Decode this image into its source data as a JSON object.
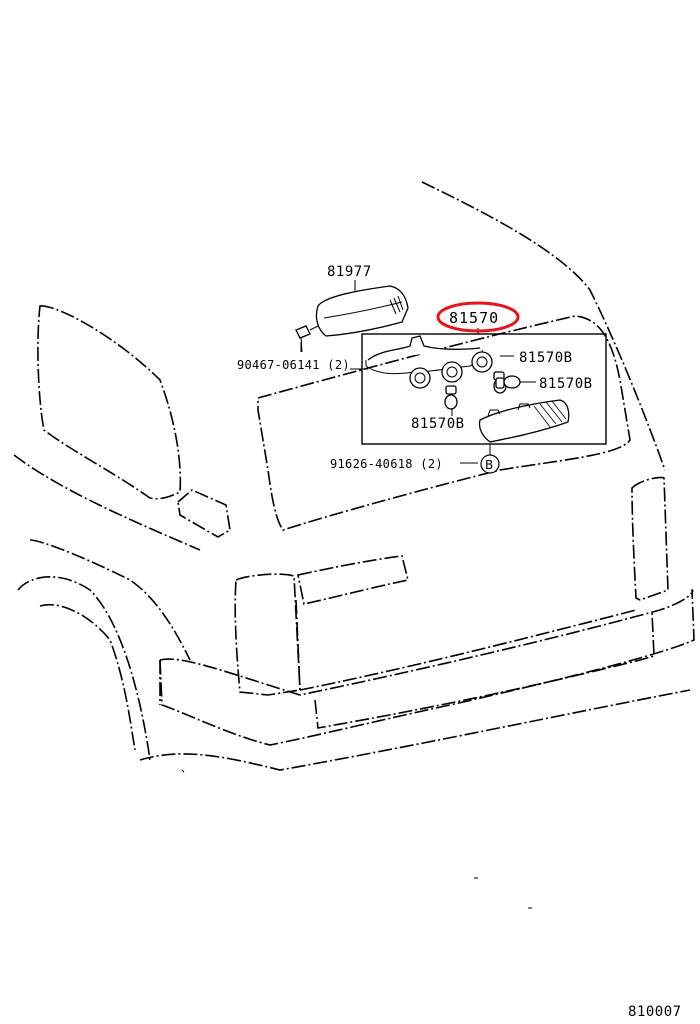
{
  "labels": {
    "high_mount_lamp_cover": "81977",
    "screw": "90467-06141 (2)",
    "lamp_assembly": "81570",
    "bulb_right_upper": "81570B",
    "bulb_right_lower": "81570B",
    "bulb_left_lower": "81570B",
    "clip": "91626-40618 (2)",
    "callout_b": "B",
    "diagram_number": "810007"
  },
  "highlight_color": "#e8141c",
  "line_color": "#000000"
}
